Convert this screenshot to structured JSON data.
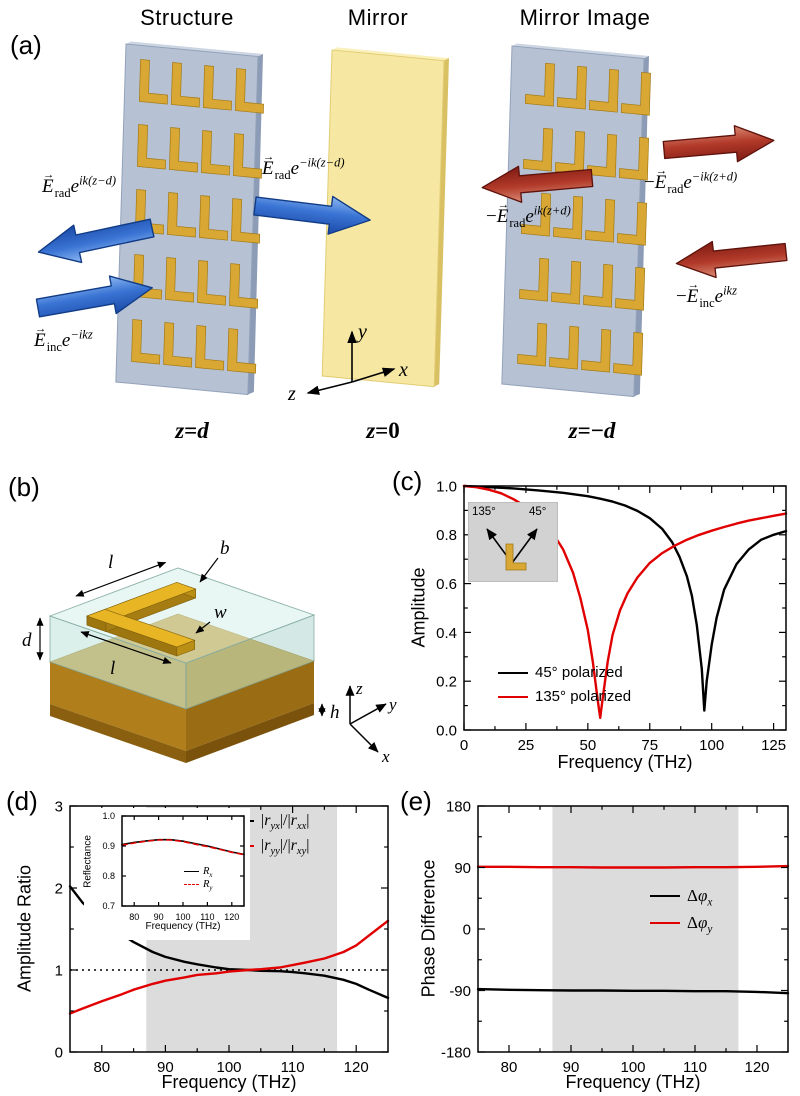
{
  "figure": {
    "panel_labels": {
      "a": "(a)",
      "b": "(b)",
      "c": "(c)",
      "d": "(d)",
      "e": "(e)"
    }
  },
  "panel_a": {
    "titles": {
      "structure": "Structure",
      "mirror": "Mirror",
      "mirror_image": "Mirror Image"
    },
    "plane_labels": {
      "structure": [
        {
          "t": "z",
          "s": "i"
        },
        {
          "t": "=",
          "s": "n"
        },
        {
          "t": "d",
          "s": "i"
        }
      ],
      "mirror": [
        {
          "t": "z",
          "s": "i"
        },
        {
          "t": "=",
          "s": "n"
        },
        {
          "t": "0",
          "s": "n"
        }
      ],
      "mirror_image": [
        {
          "t": "z",
          "s": "i"
        },
        {
          "t": "=",
          "s": "n"
        },
        {
          "t": "−",
          "s": "n"
        },
        {
          "t": "d",
          "s": "i"
        }
      ]
    },
    "arrow_labels": {
      "rad_reflected": [
        {
          "t": "E",
          "s": "vec"
        },
        {
          "t": "rad",
          "s": "subn"
        },
        {
          "t": "e",
          "s": "i"
        },
        {
          "t": "ik(z−d)",
          "s": "sup"
        }
      ],
      "rad_forward": [
        {
          "t": "E",
          "s": "vec"
        },
        {
          "t": "rad",
          "s": "subn"
        },
        {
          "t": "e",
          "s": "i"
        },
        {
          "t": "−ik(z−d)",
          "s": "sup"
        }
      ],
      "incident": [
        {
          "t": "E",
          "s": "vec"
        },
        {
          "t": "inc",
          "s": "subn"
        },
        {
          "t": "e",
          "s": "i"
        },
        {
          "t": "−ikz",
          "s": "sup"
        }
      ],
      "image_rad_left": [
        {
          "t": "−",
          "s": "n"
        },
        {
          "t": "E",
          "s": "vec"
        },
        {
          "t": "rad",
          "s": "subn"
        },
        {
          "t": "e",
          "s": "i"
        },
        {
          "t": "ik(z+d)",
          "s": "sup"
        }
      ],
      "image_rad_right": [
        {
          "t": "−",
          "s": "n"
        },
        {
          "t": "E",
          "s": "vec"
        },
        {
          "t": "rad",
          "s": "subn"
        },
        {
          "t": "e",
          "s": "i"
        },
        {
          "t": "−ik(z+d)",
          "s": "sup"
        }
      ],
      "image_incident": [
        {
          "t": "−",
          "s": "n"
        },
        {
          "t": "E",
          "s": "vec"
        },
        {
          "t": "inc",
          "s": "subn"
        },
        {
          "t": "e",
          "s": "i"
        },
        {
          "t": "ikz",
          "s": "sup"
        }
      ]
    },
    "axes": {
      "x": "x",
      "y": "y",
      "z": "z"
    },
    "colors": {
      "slab": "#b6c2d4",
      "resonator": "#d9a733",
      "mirror": "#f6e8a3",
      "blue_arrow": "#2b62c9",
      "red_arrow": "#a6332b"
    }
  },
  "panel_b": {
    "dim_labels": {
      "arm_length_top": "l",
      "thickness_b": "b",
      "width_w": "w",
      "arm_length_bottom": "l",
      "spacer_d": "d",
      "ground_h": "h"
    },
    "axes": {
      "x": "x",
      "y": "y",
      "z": "z"
    },
    "colors": {
      "antenna": "#e8b625",
      "spacer": "#cdeae3",
      "ground": "#c9992b"
    }
  },
  "panel_c": {
    "inset": {
      "deg135": "135°",
      "deg45": "45°"
    }
  },
  "chart_data": [
    {
      "id": "c",
      "type": "line",
      "xlabel": "Frequency (THz)",
      "ylabel": "Amplitude",
      "xlim": [
        0,
        130
      ],
      "ylim": [
        0,
        1.0
      ],
      "xticks": [
        0,
        25,
        50,
        75,
        100,
        125
      ],
      "xtick_labels": [
        "0",
        "25",
        "50",
        "75",
        "100",
        "125"
      ],
      "xminor": [
        12.5,
        37.5,
        62.5,
        87.5,
        112.5
      ],
      "yticks": [
        0,
        0.2,
        0.4,
        0.6,
        0.8,
        1.0
      ],
      "ytick_labels": [
        "0.0",
        "0.2",
        "0.4",
        "0.6",
        "0.8",
        "1.0"
      ],
      "yminor": [
        0.1,
        0.3,
        0.5,
        0.7,
        0.9
      ],
      "grid": false,
      "legend_position": "lower-left",
      "series": [
        {
          "name": "45° polarized",
          "color": "#000000",
          "x": [
            0,
            10,
            20,
            30,
            40,
            50,
            55,
            60,
            65,
            70,
            75,
            80,
            84,
            87,
            90,
            92,
            94,
            96,
            97,
            98,
            100,
            102,
            105,
            110,
            115,
            120,
            125,
            130
          ],
          "y": [
            1.0,
            0.995,
            0.99,
            0.982,
            0.972,
            0.958,
            0.948,
            0.936,
            0.92,
            0.898,
            0.868,
            0.824,
            0.77,
            0.71,
            0.63,
            0.55,
            0.43,
            0.25,
            0.08,
            0.2,
            0.35,
            0.46,
            0.575,
            0.68,
            0.74,
            0.78,
            0.8,
            0.815
          ]
        },
        {
          "name": "135° polarized",
          "color": "#e00000",
          "x": [
            0,
            5,
            10,
            15,
            20,
            25,
            30,
            35,
            40,
            44,
            47,
            50,
            52,
            54,
            55,
            56,
            58,
            60,
            63,
            66,
            70,
            75,
            80,
            85,
            90,
            95,
            100,
            105,
            110,
            115,
            120,
            125,
            130
          ],
          "y": [
            1.0,
            0.995,
            0.985,
            0.97,
            0.946,
            0.915,
            0.875,
            0.82,
            0.74,
            0.645,
            0.54,
            0.41,
            0.28,
            0.12,
            0.05,
            0.13,
            0.28,
            0.39,
            0.49,
            0.56,
            0.625,
            0.685,
            0.725,
            0.755,
            0.78,
            0.8,
            0.817,
            0.832,
            0.846,
            0.858,
            0.868,
            0.878,
            0.887
          ]
        }
      ]
    },
    {
      "id": "d",
      "type": "line",
      "xlabel": "Frequency (THz)",
      "ylabel": "Amplitude Ratio",
      "xlim": [
        75,
        125
      ],
      "ylim": [
        0,
        3
      ],
      "xticks": [
        80,
        90,
        100,
        110,
        120
      ],
      "xtick_labels": [
        "80",
        "90",
        "100",
        "110",
        "120"
      ],
      "xminor": [
        85,
        95,
        105,
        115
      ],
      "yticks": [
        0,
        1,
        2,
        3
      ],
      "ytick_labels": [
        "0",
        "1",
        "2",
        "3"
      ],
      "yminor": [
        0.5,
        1.5,
        2.5
      ],
      "band": [
        87,
        117
      ],
      "band_color": "#dcdcdc",
      "hline": 1,
      "grid": false,
      "legend_position": "upper-right",
      "series": [
        {
          "name_runs": [
            {
              "t": "|",
              "s": "n"
            },
            {
              "t": "r",
              "s": "i"
            },
            {
              "t": "yx",
              "s": "sub"
            },
            {
              "t": "|/|",
              "s": "n"
            },
            {
              "t": "r",
              "s": "i"
            },
            {
              "t": "xx",
              "s": "sub"
            },
            {
              "t": "|",
              "s": "n"
            }
          ],
          "color": "#000000",
          "x": [
            75,
            77,
            80,
            83,
            85,
            88,
            90,
            93,
            95,
            98,
            100,
            103,
            105,
            108,
            110,
            112,
            115,
            118,
            120,
            122,
            125
          ],
          "y": [
            2.02,
            1.82,
            1.6,
            1.44,
            1.34,
            1.22,
            1.16,
            1.1,
            1.07,
            1.03,
            1.01,
            1.0,
            0.99,
            0.985,
            0.975,
            0.96,
            0.93,
            0.88,
            0.83,
            0.76,
            0.66
          ]
        },
        {
          "name_runs": [
            {
              "t": "|",
              "s": "n"
            },
            {
              "t": "r",
              "s": "i"
            },
            {
              "t": "yy",
              "s": "sub"
            },
            {
              "t": "|/|",
              "s": "n"
            },
            {
              "t": "r",
              "s": "i"
            },
            {
              "t": "xy",
              "s": "sub"
            },
            {
              "t": "|",
              "s": "n"
            }
          ],
          "color": "#e00000",
          "x": [
            75,
            77,
            80,
            83,
            85,
            88,
            90,
            93,
            95,
            98,
            100,
            103,
            105,
            108,
            110,
            112,
            115,
            118,
            120,
            122,
            125
          ],
          "y": [
            0.47,
            0.53,
            0.62,
            0.7,
            0.76,
            0.83,
            0.87,
            0.91,
            0.94,
            0.96,
            0.98,
            1.0,
            1.01,
            1.03,
            1.06,
            1.09,
            1.14,
            1.22,
            1.3,
            1.42,
            1.6
          ]
        }
      ]
    },
    {
      "id": "d_inset",
      "type": "line",
      "xlabel": "Frequency (THz)",
      "ylabel": "Reflectance",
      "xlim": [
        75,
        125
      ],
      "ylim": [
        0.7,
        1.0
      ],
      "xticks": [
        80,
        90,
        100,
        110,
        120
      ],
      "xtick_labels": [
        "80",
        "90",
        "100",
        "110",
        "120"
      ],
      "yticks": [
        0.7,
        0.8,
        0.9,
        1.0
      ],
      "ytick_labels": [
        "0.7",
        "0.8",
        "0.9",
        "1.0"
      ],
      "grid": false,
      "legend_position": "lower-right",
      "series": [
        {
          "name_runs": [
            {
              "t": "R",
              "s": "i"
            },
            {
              "t": "x",
              "s": "sub"
            }
          ],
          "color": "#000000",
          "x": [
            75,
            80,
            85,
            90,
            95,
            100,
            105,
            110,
            115,
            120,
            125
          ],
          "y": [
            0.905,
            0.912,
            0.917,
            0.921,
            0.921,
            0.916,
            0.908,
            0.9,
            0.89,
            0.88,
            0.872
          ]
        },
        {
          "name_runs": [
            {
              "t": "R",
              "s": "i"
            },
            {
              "t": "y",
              "s": "sub"
            }
          ],
          "color": "#e00000",
          "dash": "5 4",
          "x": [
            75,
            80,
            85,
            90,
            95,
            100,
            105,
            110,
            115,
            120,
            125
          ],
          "y": [
            0.903,
            0.91,
            0.916,
            0.92,
            0.92,
            0.915,
            0.906,
            0.898,
            0.889,
            0.879,
            0.871
          ]
        }
      ]
    },
    {
      "id": "e",
      "type": "line",
      "xlabel": "Frequency (THz)",
      "ylabel": "Phase Difference",
      "xlim": [
        75,
        125
      ],
      "ylim": [
        -180,
        180
      ],
      "xticks": [
        80,
        90,
        100,
        110,
        120
      ],
      "xtick_labels": [
        "80",
        "90",
        "100",
        "110",
        "120"
      ],
      "xminor": [
        85,
        95,
        105,
        115
      ],
      "yticks": [
        -180,
        -90,
        0,
        90,
        180
      ],
      "ytick_labels": [
        "-180",
        "-90",
        "0",
        "90",
        "180"
      ],
      "yminor": [
        -135,
        -45,
        45,
        135
      ],
      "band": [
        87,
        117
      ],
      "band_color": "#dcdcdc",
      "grid": false,
      "legend_position": "middle-right",
      "series": [
        {
          "name_runs": [
            {
              "t": "Δ",
              "s": "n"
            },
            {
              "t": "φ",
              "s": "i"
            },
            {
              "t": "x",
              "s": "sub"
            }
          ],
          "color": "#000000",
          "x": [
            75,
            80,
            85,
            90,
            95,
            100,
            105,
            110,
            115,
            120,
            125
          ],
          "y": [
            -88,
            -89,
            -89.5,
            -90,
            -90,
            -90.5,
            -90.5,
            -91,
            -91,
            -92,
            -94
          ]
        },
        {
          "name_runs": [
            {
              "t": "Δ",
              "s": "n"
            },
            {
              "t": "φ",
              "s": "i"
            },
            {
              "t": "y",
              "s": "sub"
            }
          ],
          "color": "#e00000",
          "x": [
            75,
            80,
            85,
            90,
            95,
            100,
            105,
            110,
            115,
            120,
            125
          ],
          "y": [
            91,
            91,
            90.5,
            90.5,
            90,
            90,
            90,
            90.5,
            90.5,
            91,
            92
          ]
        }
      ]
    }
  ]
}
